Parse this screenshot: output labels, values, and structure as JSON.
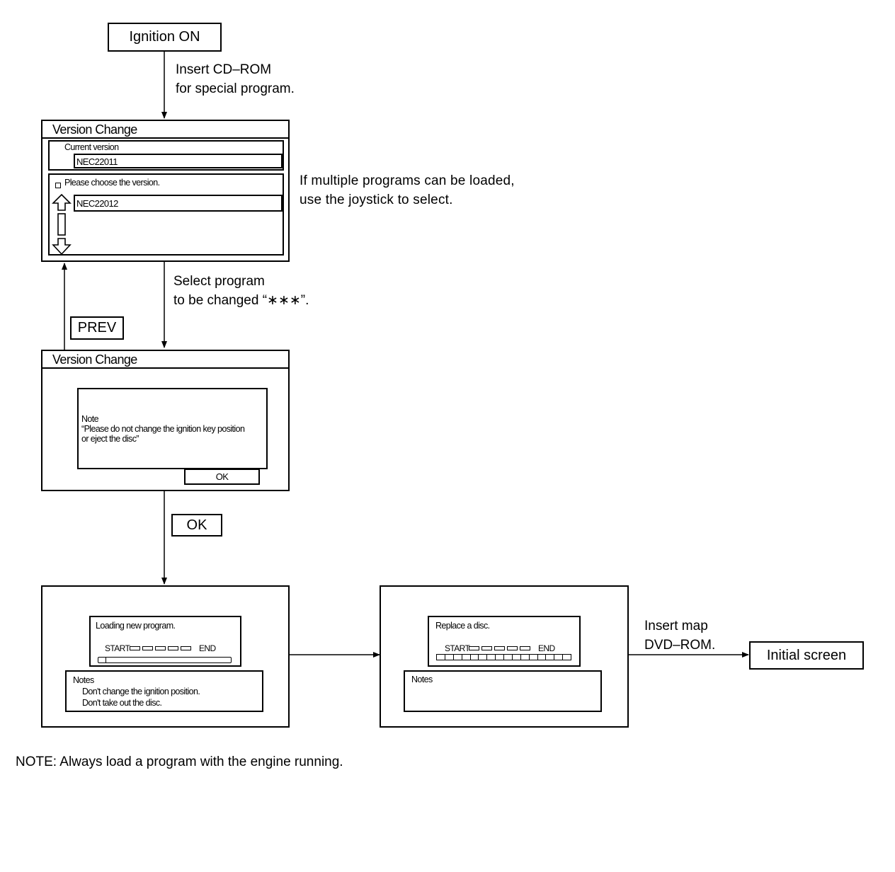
{
  "start": {
    "label": "Ignition ON"
  },
  "step1": {
    "line1": "Insert CD–ROM",
    "line2": "for special program."
  },
  "screen1": {
    "title": "Version Change",
    "current_label": "Current version",
    "current_value": "NEC22011",
    "prompt": "Please choose the version.",
    "option": "NEC22012"
  },
  "side_note": {
    "line1": "If multiple programs can be loaded,",
    "line2": "use the joystick to select."
  },
  "step2": {
    "line1": "Select program",
    "line2": "to be changed “∗∗∗”."
  },
  "prev_label": "PREV",
  "screen2": {
    "title": "Version Change",
    "note_heading": "Note",
    "note_line1": "“Please do not change the ignition key position",
    "note_line2": "or eject the disc”",
    "ok": "OK"
  },
  "ok_label": "OK",
  "screen3": {
    "message": "Loading new program.",
    "start": "START",
    "end": "END",
    "notes_heading": "Notes",
    "notes_line1": "Don't change the ignition position.",
    "notes_line2": "Don't take out the disc."
  },
  "screen4": {
    "message": "Replace a disc.",
    "start": "START",
    "end": "END",
    "notes_heading": "Notes"
  },
  "step3": {
    "line1": "Insert map",
    "line2": "DVD–ROM."
  },
  "end": {
    "label": "Initial screen"
  },
  "footer_note": "NOTE: Always load a program with the engine running."
}
